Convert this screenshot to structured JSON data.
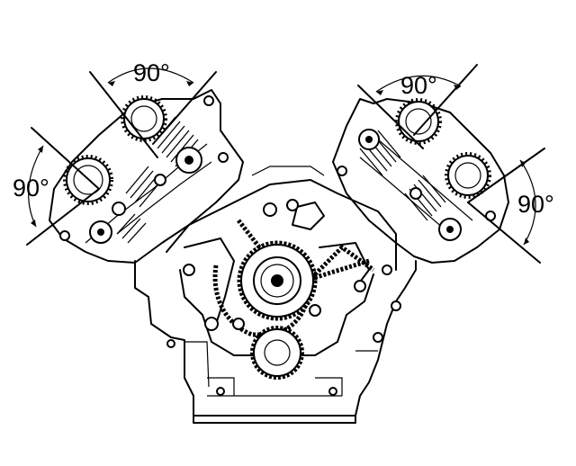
{
  "labels": {
    "top_left": "90°",
    "side_left": "90°",
    "top_right": "90°",
    "side_right": "90°"
  },
  "colors": {
    "ink": "#000000",
    "paper": "#ffffff"
  }
}
